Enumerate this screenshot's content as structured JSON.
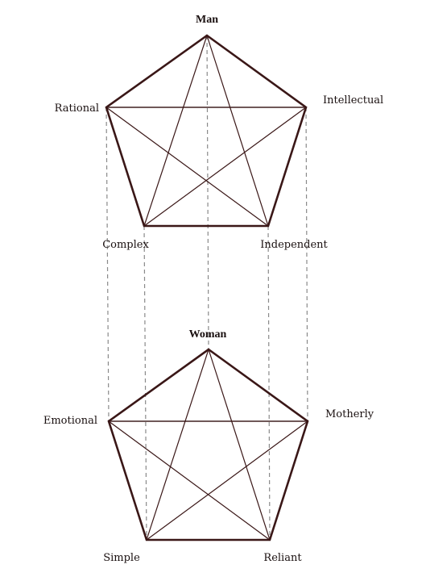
{
  "colors": {
    "edge": "#3a1717",
    "connector": "#8a8a8a",
    "text": "#1a1010"
  },
  "pentagons": [
    {
      "id": "man",
      "title": "Man",
      "vertices": [
        "Man",
        "Intellectual",
        "Independent",
        "Complex",
        "Rational"
      ],
      "labels": {
        "right": "Intellectual",
        "bottom_right": "Independent",
        "bottom_left": "Complex",
        "left": "Rational"
      }
    },
    {
      "id": "woman",
      "title": "Woman",
      "vertices": [
        "Woman",
        "Motherly",
        "Reliant",
        "Simple",
        "Emotional"
      ],
      "labels": {
        "right": "Motherly",
        "bottom_right": "Reliant",
        "bottom_left": "Simple",
        "left": "Emotional"
      }
    }
  ],
  "connections": [
    [
      "Man",
      "Woman"
    ],
    [
      "Rational",
      "Emotional"
    ],
    [
      "Intellectual",
      "Motherly"
    ],
    [
      "Complex",
      "Simple"
    ],
    [
      "Independent",
      "Reliant"
    ]
  ]
}
